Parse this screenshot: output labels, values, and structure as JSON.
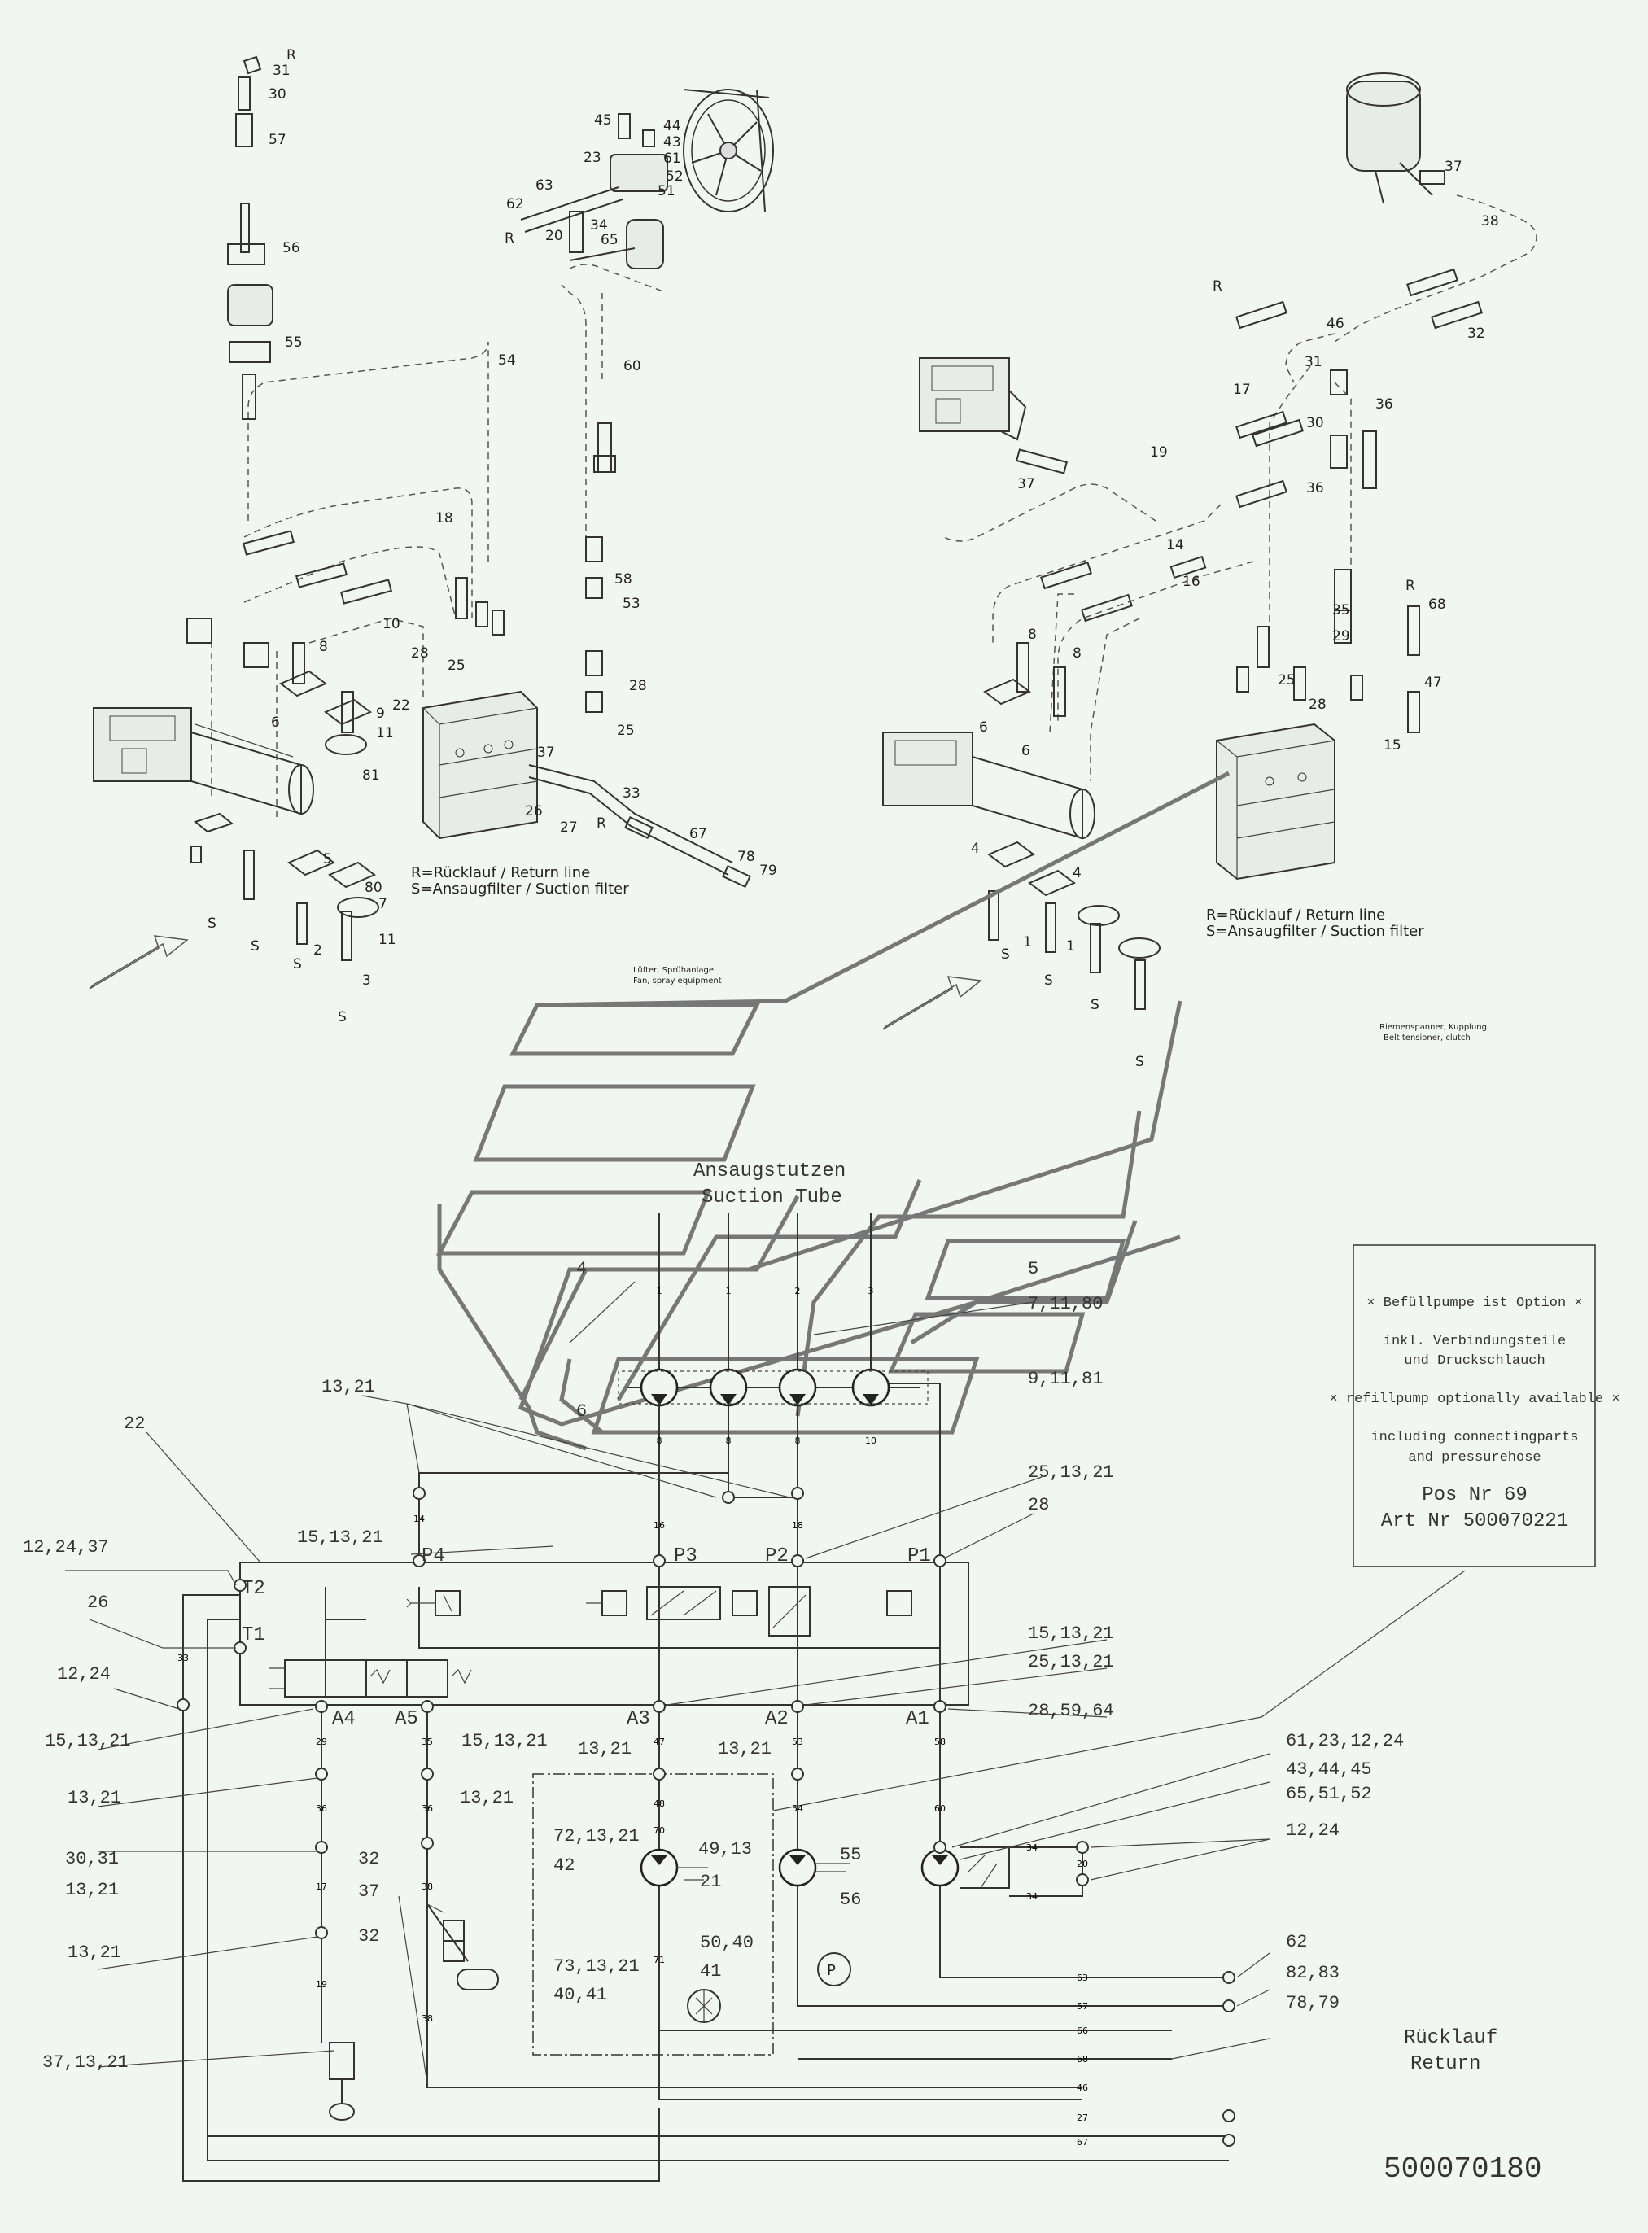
{
  "legend_left": {
    "r": "R=Rücklauf / Return line",
    "s": "S=Ansaugfilter / Suction filter"
  },
  "legend_right": {
    "r": "R=Rücklauf / Return line",
    "s": "S=Ansaugfilter / Suction filter"
  },
  "small_notes": {
    "fan_de": "Lüfter, Sprühanlage",
    "fan_en": "Fan, spray equipment",
    "belt_de": "Riemenspanner, Kupplung",
    "belt_en": "Belt tensioner, clutch"
  },
  "suction": {
    "de": "Ansaugstutzen",
    "en": "Suction Tube"
  },
  "return": {
    "de": "Rücklauf",
    "en": "Return"
  },
  "note_box": {
    "l1": "× Befüllpumpe ist Option ×",
    "l2": "inkl. Verbindungsteile",
    "l3": "und Druckschlauch",
    "l4": "× refillpump optionally available ×",
    "l5": "including connectingparts",
    "l6": "and pressurehose",
    "l7": "Pos Nr 69",
    "l8": "Art Nr 500070221"
  },
  "drawing_number": "500070180",
  "ports": {
    "t2": "T2",
    "t1": "T1",
    "p4": "P4",
    "p3": "P3",
    "p2": "P2",
    "p1": "P1",
    "a4": "A4",
    "a5": "A5",
    "a3": "A3",
    "a2": "A2",
    "a1": "A1"
  },
  "schem_labels": [
    {
      "id": "s1",
      "text": "13,21"
    },
    {
      "id": "s2",
      "text": "22"
    },
    {
      "id": "s3",
      "text": "12,24,37"
    },
    {
      "id": "s4",
      "text": "26"
    },
    {
      "id": "s5",
      "text": "12,24"
    },
    {
      "id": "s6",
      "text": "15,13,21"
    },
    {
      "id": "s7",
      "text": "13,21"
    },
    {
      "id": "s8",
      "text": "30,31"
    },
    {
      "id": "s9",
      "text": "13,21"
    },
    {
      "id": "s10",
      "text": "13,21"
    },
    {
      "id": "s11",
      "text": "37,13,21"
    },
    {
      "id": "s12",
      "text": "15,13,21"
    },
    {
      "id": "s13",
      "text": "15,13,21"
    },
    {
      "id": "s14",
      "text": "13,21"
    },
    {
      "id": "s15",
      "text": "32"
    },
    {
      "id": "s16",
      "text": "37"
    },
    {
      "id": "s17",
      "text": "32"
    },
    {
      "id": "s18",
      "text": "13,21"
    },
    {
      "id": "s19",
      "text": "13,21"
    },
    {
      "id": "s20",
      "text": "72,13,21"
    },
    {
      "id": "s21",
      "text": "42"
    },
    {
      "id": "s22",
      "text": "49,13"
    },
    {
      "id": "s23",
      "text": "21"
    },
    {
      "id": "s24",
      "text": "50,40"
    },
    {
      "id": "s25",
      "text": "73,13,21"
    },
    {
      "id": "s26",
      "text": "40,41"
    },
    {
      "id": "s27",
      "text": "41"
    },
    {
      "id": "s28",
      "text": "55"
    },
    {
      "id": "s29",
      "text": "56"
    },
    {
      "id": "s30",
      "text": "4"
    },
    {
      "id": "s31",
      "text": "5"
    },
    {
      "id": "s32",
      "text": "7,11,80"
    },
    {
      "id": "s33",
      "text": "9,11,81"
    },
    {
      "id": "s34",
      "text": "6"
    },
    {
      "id": "s35",
      "text": "25,13,21"
    },
    {
      "id": "s36",
      "text": "28"
    },
    {
      "id": "s37",
      "text": "15,13,21"
    },
    {
      "id": "s38",
      "text": "25,13,21"
    },
    {
      "id": "s39",
      "text": "28,59,64"
    },
    {
      "id": "s40",
      "text": "61,23,12,24"
    },
    {
      "id": "s41",
      "text": "43,44,45"
    },
    {
      "id": "s42",
      "text": "65,51,52"
    },
    {
      "id": "s43",
      "text": "12,24"
    },
    {
      "id": "s44",
      "text": "62"
    },
    {
      "id": "s45",
      "text": "82,83"
    },
    {
      "id": "s46",
      "text": "78,79"
    }
  ],
  "hose_tags": [
    {
      "id": "h1",
      "text": "1"
    },
    {
      "id": "h2",
      "text": "1"
    },
    {
      "id": "h3",
      "text": "2"
    },
    {
      "id": "h4",
      "text": "3"
    },
    {
      "id": "h5",
      "text": "8"
    },
    {
      "id": "h6",
      "text": "8"
    },
    {
      "id": "h7",
      "text": "8"
    },
    {
      "id": "h8",
      "text": "10"
    },
    {
      "id": "h9",
      "text": "14"
    },
    {
      "id": "h10",
      "text": "16"
    },
    {
      "id": "h11",
      "text": "18"
    },
    {
      "id": "h12",
      "text": "33"
    },
    {
      "id": "h13",
      "text": "29"
    },
    {
      "id": "h14",
      "text": "36"
    },
    {
      "id": "h15",
      "text": "17"
    },
    {
      "id": "h16",
      "text": "19"
    },
    {
      "id": "h17",
      "text": "35"
    },
    {
      "id": "h18",
      "text": "36"
    },
    {
      "id": "h19",
      "text": "38"
    },
    {
      "id": "h20",
      "text": "38"
    },
    {
      "id": "h21",
      "text": "47"
    },
    {
      "id": "h22",
      "text": "48"
    },
    {
      "id": "h23",
      "text": "70"
    },
    {
      "id": "h24",
      "text": "71"
    },
    {
      "id": "h25",
      "text": "53"
    },
    {
      "id": "h26",
      "text": "54"
    },
    {
      "id": "h27",
      "text": "58"
    },
    {
      "id": "h28",
      "text": "60"
    },
    {
      "id": "h29",
      "text": "34"
    },
    {
      "id": "h30",
      "text": "20"
    },
    {
      "id": "h31",
      "text": "34"
    },
    {
      "id": "h32",
      "text": "63"
    },
    {
      "id": "h33",
      "text": "57"
    },
    {
      "id": "h34",
      "text": "66"
    },
    {
      "id": "h35",
      "text": "68"
    },
    {
      "id": "h36",
      "text": "46"
    },
    {
      "id": "h37",
      "text": "27"
    },
    {
      "id": "h38",
      "text": "67"
    }
  ],
  "top_labels": [
    {
      "id": "a1",
      "text": "R"
    },
    {
      "id": "a2",
      "text": "31"
    },
    {
      "id": "a3",
      "text": "30"
    },
    {
      "id": "a4",
      "text": "57"
    },
    {
      "id": "a5",
      "text": "56"
    },
    {
      "id": "a6",
      "text": "55"
    },
    {
      "id": "a7",
      "text": "54"
    },
    {
      "id": "a8",
      "text": "60"
    },
    {
      "id": "a9",
      "text": "45"
    },
    {
      "id": "a10",
      "text": "44"
    },
    {
      "id": "a11",
      "text": "43"
    },
    {
      "id": "a12",
      "text": "23"
    },
    {
      "id": "a13",
      "text": "61"
    },
    {
      "id": "a14",
      "text": "52"
    },
    {
      "id": "a15",
      "text": "63"
    },
    {
      "id": "a16",
      "text": "51"
    },
    {
      "id": "a17",
      "text": "62"
    },
    {
      "id": "a18",
      "text": "34"
    },
    {
      "id": "a19",
      "text": "R"
    },
    {
      "id": "a20",
      "text": "20"
    },
    {
      "id": "a21",
      "text": "65"
    },
    {
      "id": "a22",
      "text": "18"
    },
    {
      "id": "a23",
      "text": "10"
    },
    {
      "id": "a24",
      "text": "8"
    },
    {
      "id": "a25",
      "text": "28"
    },
    {
      "id": "a26",
      "text": "25"
    },
    {
      "id": "a27",
      "text": "58"
    },
    {
      "id": "a28",
      "text": "53"
    },
    {
      "id": "a29",
      "text": "28"
    },
    {
      "id": "a30",
      "text": "25"
    },
    {
      "id": "a31",
      "text": "22"
    },
    {
      "id": "a32",
      "text": "6"
    },
    {
      "id": "a33",
      "text": "9"
    },
    {
      "id": "a34",
      "text": "11"
    },
    {
      "id": "a35",
      "text": "81"
    },
    {
      "id": "a36",
      "text": "37"
    },
    {
      "id": "a37",
      "text": "26"
    },
    {
      "id": "a38",
      "text": "27"
    },
    {
      "id": "a39",
      "text": "R"
    },
    {
      "id": "a40",
      "text": "33"
    },
    {
      "id": "a41",
      "text": "67"
    },
    {
      "id": "a42",
      "text": "78"
    },
    {
      "id": "a43",
      "text": "79"
    },
    {
      "id": "a44",
      "text": "5"
    },
    {
      "id": "a45",
      "text": "80"
    },
    {
      "id": "a46",
      "text": "7"
    },
    {
      "id": "a47",
      "text": "11"
    },
    {
      "id": "a48",
      "text": "2"
    },
    {
      "id": "a49",
      "text": "3"
    },
    {
      "id": "a50",
      "text": "S"
    },
    {
      "id": "a51",
      "text": "S"
    },
    {
      "id": "a52",
      "text": "S"
    },
    {
      "id": "a53",
      "text": "S"
    },
    {
      "id": "b1",
      "text": "37"
    },
    {
      "id": "b2",
      "text": "38"
    },
    {
      "id": "b3",
      "text": "R"
    },
    {
      "id": "b4",
      "text": "46"
    },
    {
      "id": "b5",
      "text": "32"
    },
    {
      "id": "b6",
      "text": "31"
    },
    {
      "id": "b7",
      "text": "17"
    },
    {
      "id": "b8",
      "text": "30"
    },
    {
      "id": "b9",
      "text": "36"
    },
    {
      "id": "b10",
      "text": "19"
    },
    {
      "id": "b11",
      "text": "37"
    },
    {
      "id": "b12",
      "text": "36"
    },
    {
      "id": "b13",
      "text": "14"
    },
    {
      "id": "b14",
      "text": "16"
    },
    {
      "id": "b15",
      "text": "R"
    },
    {
      "id": "b16",
      "text": "68"
    },
    {
      "id": "b17",
      "text": "35"
    },
    {
      "id": "b18",
      "text": "29"
    },
    {
      "id": "b19",
      "text": "8"
    },
    {
      "id": "b20",
      "text": "8"
    },
    {
      "id": "b21",
      "text": "47"
    },
    {
      "id": "b22",
      "text": "25"
    },
    {
      "id": "b23",
      "text": "28"
    },
    {
      "id": "b24",
      "text": "15"
    },
    {
      "id": "b25",
      "text": "6"
    },
    {
      "id": "b26",
      "text": "6"
    },
    {
      "id": "b27",
      "text": "4"
    },
    {
      "id": "b28",
      "text": "4"
    },
    {
      "id": "b29",
      "text": "1"
    },
    {
      "id": "b30",
      "text": "1"
    },
    {
      "id": "b31",
      "text": "S"
    },
    {
      "id": "b32",
      "text": "S"
    },
    {
      "id": "b33",
      "text": "S"
    },
    {
      "id": "b34",
      "text": "S"
    }
  ]
}
